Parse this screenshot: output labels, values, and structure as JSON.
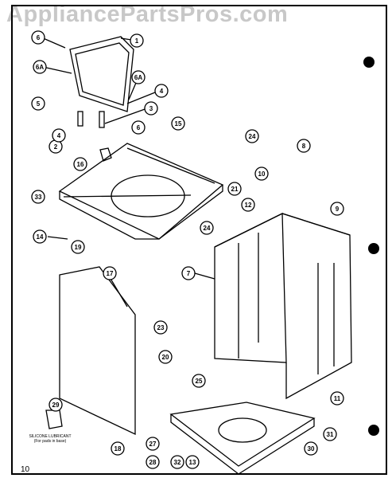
{
  "watermark": "AppliancePartsPros.com",
  "page_number": "10",
  "lubricant_note": {
    "line1": "SILICONE LUBRICANT",
    "line2": "(For pads in base)"
  },
  "callouts": [
    "1",
    "2",
    "3",
    "4",
    "4",
    "5",
    "6",
    "6",
    "6A",
    "6A",
    "7",
    "8",
    "9",
    "10",
    "11",
    "12",
    "13",
    "14",
    "15",
    "16",
    "17",
    "18",
    "19",
    "20",
    "21",
    "23",
    "24",
    "24",
    "25",
    "27",
    "28",
    "29",
    "30",
    "31",
    "32",
    "33"
  ]
}
